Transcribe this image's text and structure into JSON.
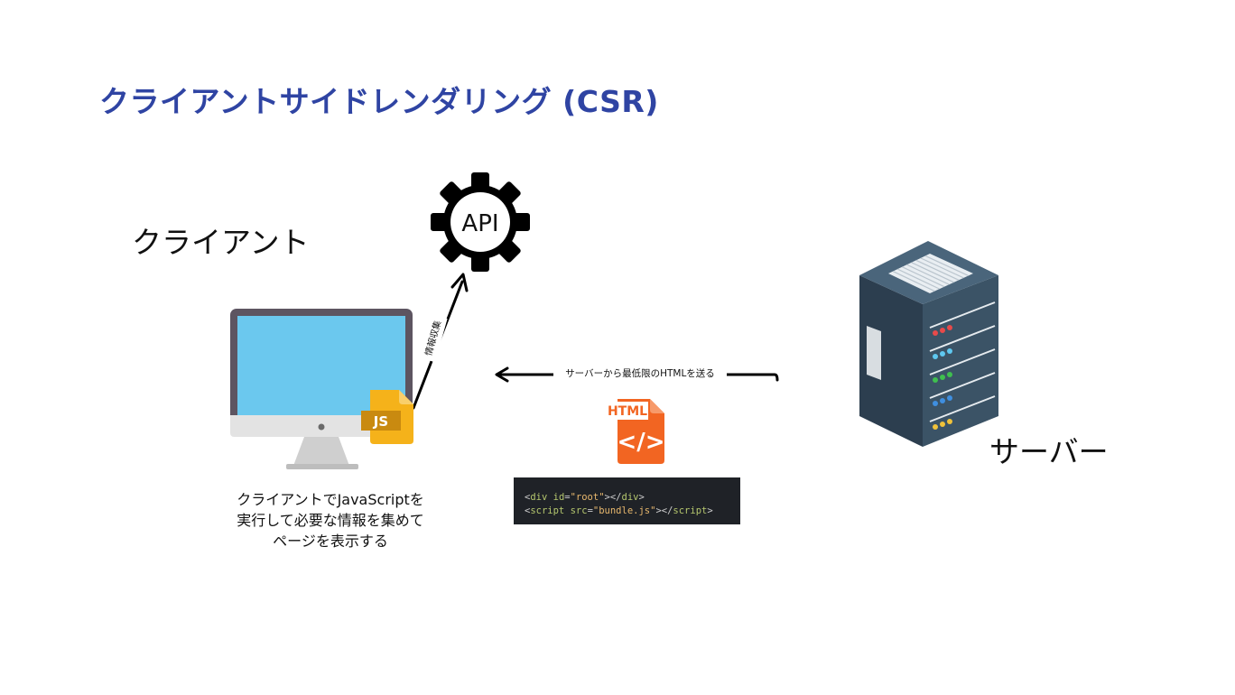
{
  "title": "クライアントサイドレンダリング (CSR)",
  "client": {
    "label": "クライアント",
    "description": [
      "クライアントでJavaScriptを",
      "実行して必要な情報を集めて",
      "ページを表示する"
    ],
    "js_badge": "JS"
  },
  "api": {
    "label": "API",
    "arrow_label": "情報収集"
  },
  "server": {
    "label": "サーバー",
    "arrow_label": "サーバーから最低限のHTMLを送る"
  },
  "html_file": {
    "label": "HTML",
    "symbol": "</>"
  },
  "code": {
    "line1": {
      "open": "<",
      "tag": "div",
      "attr": " id",
      "eq": "=",
      "value": "\"root\"",
      "mid": "></",
      "close_tag": "div",
      "end": ">"
    },
    "line2": {
      "open": "<",
      "tag": "script",
      "attr": " src",
      "eq": "=",
      "value": "\"bundle.js\"",
      "mid": "></",
      "close_tag": "script",
      "end": ">"
    }
  },
  "colors": {
    "title": "#2f44a3",
    "screen": "#6bc8ee",
    "monitor_frame": "#5d5561",
    "monitor_stand": "#cfcfcf",
    "js_file": "#f5b21a",
    "js_badge_bg": "#c98a10",
    "html_file": "#f26522",
    "server_body": "#3b5366",
    "server_dark": "#2c3e4f",
    "code_bg": "#1f2227",
    "code_tag": "#b5c76e",
    "code_value": "#e8b86d",
    "code_punct": "#cccccc"
  }
}
